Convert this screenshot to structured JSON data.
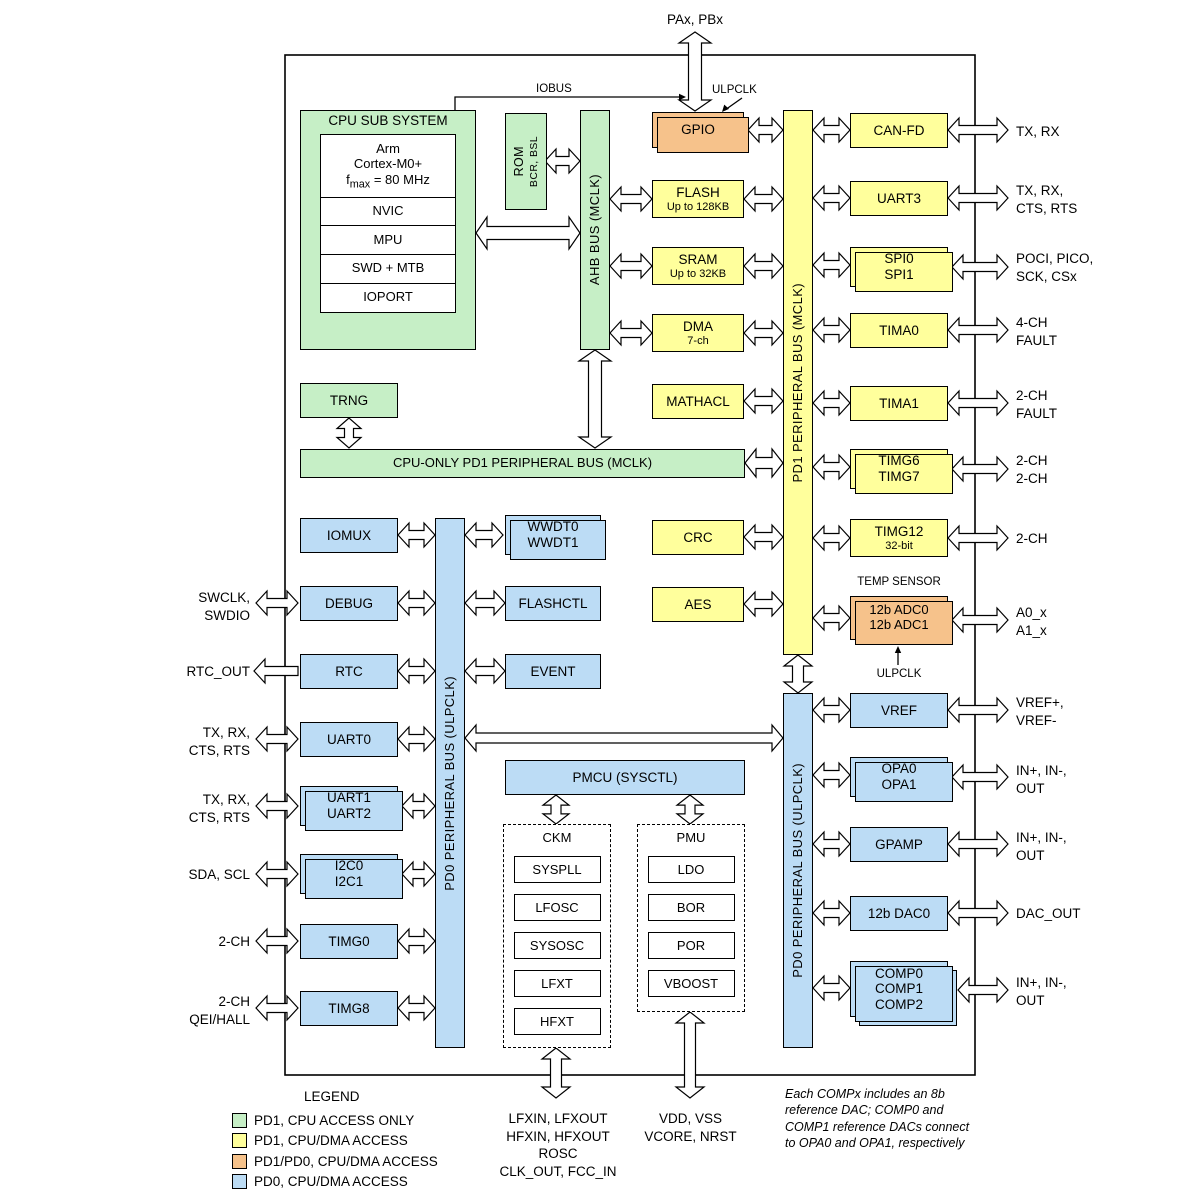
{
  "colors": {
    "green": "#c6efc6",
    "yellow": "#ffff9c",
    "orange": "#f6c28b",
    "blue": "#bcdcf5",
    "white": "#ffffff"
  },
  "top": {
    "pax_pbx": "PAx, PBx",
    "iobus": "IOBUS",
    "ulpclk": "ULPCLK"
  },
  "cpu": {
    "title": "CPU SUB SYSTEM",
    "core_l1": "Arm",
    "core_l2": "Cortex-M0+",
    "fmax_f": "f",
    "fmax_sub": "max",
    "fmax_rest": " = 80 MHz",
    "nvic": "NVIC",
    "mpu": "MPU",
    "swd": "SWD + MTB",
    "ioport": "IOPORT"
  },
  "rom": {
    "name": "ROM",
    "sub": "BCR, BSL"
  },
  "buses": {
    "ahb": "AHB BUS (MCLK)",
    "cpu_only": "CPU-ONLY  PD1 PERIPHERAL BUS (MCLK)",
    "pd1": "PD1 PERIPHERAL BUS (MCLK)",
    "pd0_left": "PD0 PERIPHERAL BUS (ULPCLK)",
    "pd0_right": "PD0 PERIPHERAL BUS (ULPCLK)"
  },
  "trng": {
    "label": "TRNG"
  },
  "gpio": {
    "label": "GPIO"
  },
  "flash": {
    "label": "FLASH",
    "sub": "Up to 128KB"
  },
  "sram": {
    "label": "SRAM",
    "sub": "Up to 32KB"
  },
  "dma": {
    "label": "DMA",
    "sub": "7-ch"
  },
  "mathacl": {
    "label": "MATHACL"
  },
  "crc": {
    "label": "CRC"
  },
  "aes": {
    "label": "AES"
  },
  "canfd": {
    "label": "CAN-FD",
    "ext": "TX, RX"
  },
  "uart3": {
    "label": "UART3",
    "ext": "TX, RX,\nCTS, RTS"
  },
  "spi": {
    "l1": "SPI0",
    "l2": "SPI1",
    "ext": "POCI, PICO,\nSCK, CSx"
  },
  "tima0": {
    "label": "TIMA0",
    "ext": "4-CH\nFAULT"
  },
  "tima1": {
    "label": "TIMA1",
    "ext": "2-CH\nFAULT"
  },
  "timg67": {
    "l1": "TIMG6",
    "l2": "TIMG7",
    "ext": "2-CH\n2-CH"
  },
  "timg12": {
    "label": "TIMG12",
    "sub": "32-bit",
    "ext": "2-CH"
  },
  "adc": {
    "temp": "TEMP SENSOR",
    "l1": "12b ADC0",
    "l2": "12b ADC1",
    "ulpclk": "ULPCLK",
    "ext": "A0_x\nA1_x"
  },
  "vref": {
    "label": "VREF",
    "ext": "VREF+,\nVREF-"
  },
  "opa": {
    "l1": "OPA0",
    "l2": "OPA1",
    "ext": "IN+, IN-,\nOUT"
  },
  "gpamp": {
    "label": "GPAMP",
    "ext": "IN+, IN-,\nOUT"
  },
  "dac": {
    "label": "12b DAC0",
    "ext": "DAC_OUT"
  },
  "comp": {
    "l1": "COMP0",
    "l2": "COMP1",
    "l3": "COMP2",
    "ext": "IN+, IN-,\nOUT"
  },
  "iomux": {
    "label": "IOMUX"
  },
  "debug": {
    "label": "DEBUG",
    "ext": "SWCLK,\nSWDIO"
  },
  "rtc": {
    "label": "RTC",
    "ext": "RTC_OUT"
  },
  "uart0": {
    "label": "UART0",
    "ext": "TX, RX,\nCTS, RTS"
  },
  "uart12": {
    "l1": "UART1",
    "l2": "UART2",
    "ext": "TX, RX,\nCTS, RTS"
  },
  "i2c": {
    "l1": "I2C0",
    "l2": "I2C1",
    "ext": "SDA, SCL"
  },
  "timg0": {
    "label": "TIMG0",
    "ext": "2-CH"
  },
  "timg8": {
    "label": "TIMG8",
    "ext": "2-CH\nQEI/HALL"
  },
  "wwdt": {
    "l1": "WWDT0",
    "l2": "WWDT1"
  },
  "flashctl": {
    "label": "FLASHCTL"
  },
  "event": {
    "label": "EVENT"
  },
  "pmcu": {
    "label": "PMCU (SYSCTL)"
  },
  "ckm": {
    "title": "CKM",
    "items": [
      "SYSPLL",
      "LFOSC",
      "SYSOSC",
      "LFXT",
      "HFXT"
    ],
    "ext": "LFXIN, LFXOUT\nHFXIN, HFXOUT\nROSC\nCLK_OUT, FCC_IN"
  },
  "pmu": {
    "title": "PMU",
    "items": [
      "LDO",
      "BOR",
      "POR",
      "VBOOST"
    ],
    "ext": "VDD, VSS\nVCORE, NRST"
  },
  "legend": {
    "title": "LEGEND",
    "items": [
      {
        "color": "green",
        "label": "PD1, CPU ACCESS ONLY"
      },
      {
        "color": "yellow",
        "label": "PD1, CPU/DMA ACCESS"
      },
      {
        "color": "orange",
        "label": "PD1/PD0, CPU/DMA ACCESS"
      },
      {
        "color": "blue",
        "label": "PD0, CPU/DMA ACCESS"
      }
    ]
  },
  "note": "Each COMPx includes an 8b\nreference DAC; COMP0 and\nCOMP1 reference DACs connect\nto OPA0 and OPA1, respectively"
}
